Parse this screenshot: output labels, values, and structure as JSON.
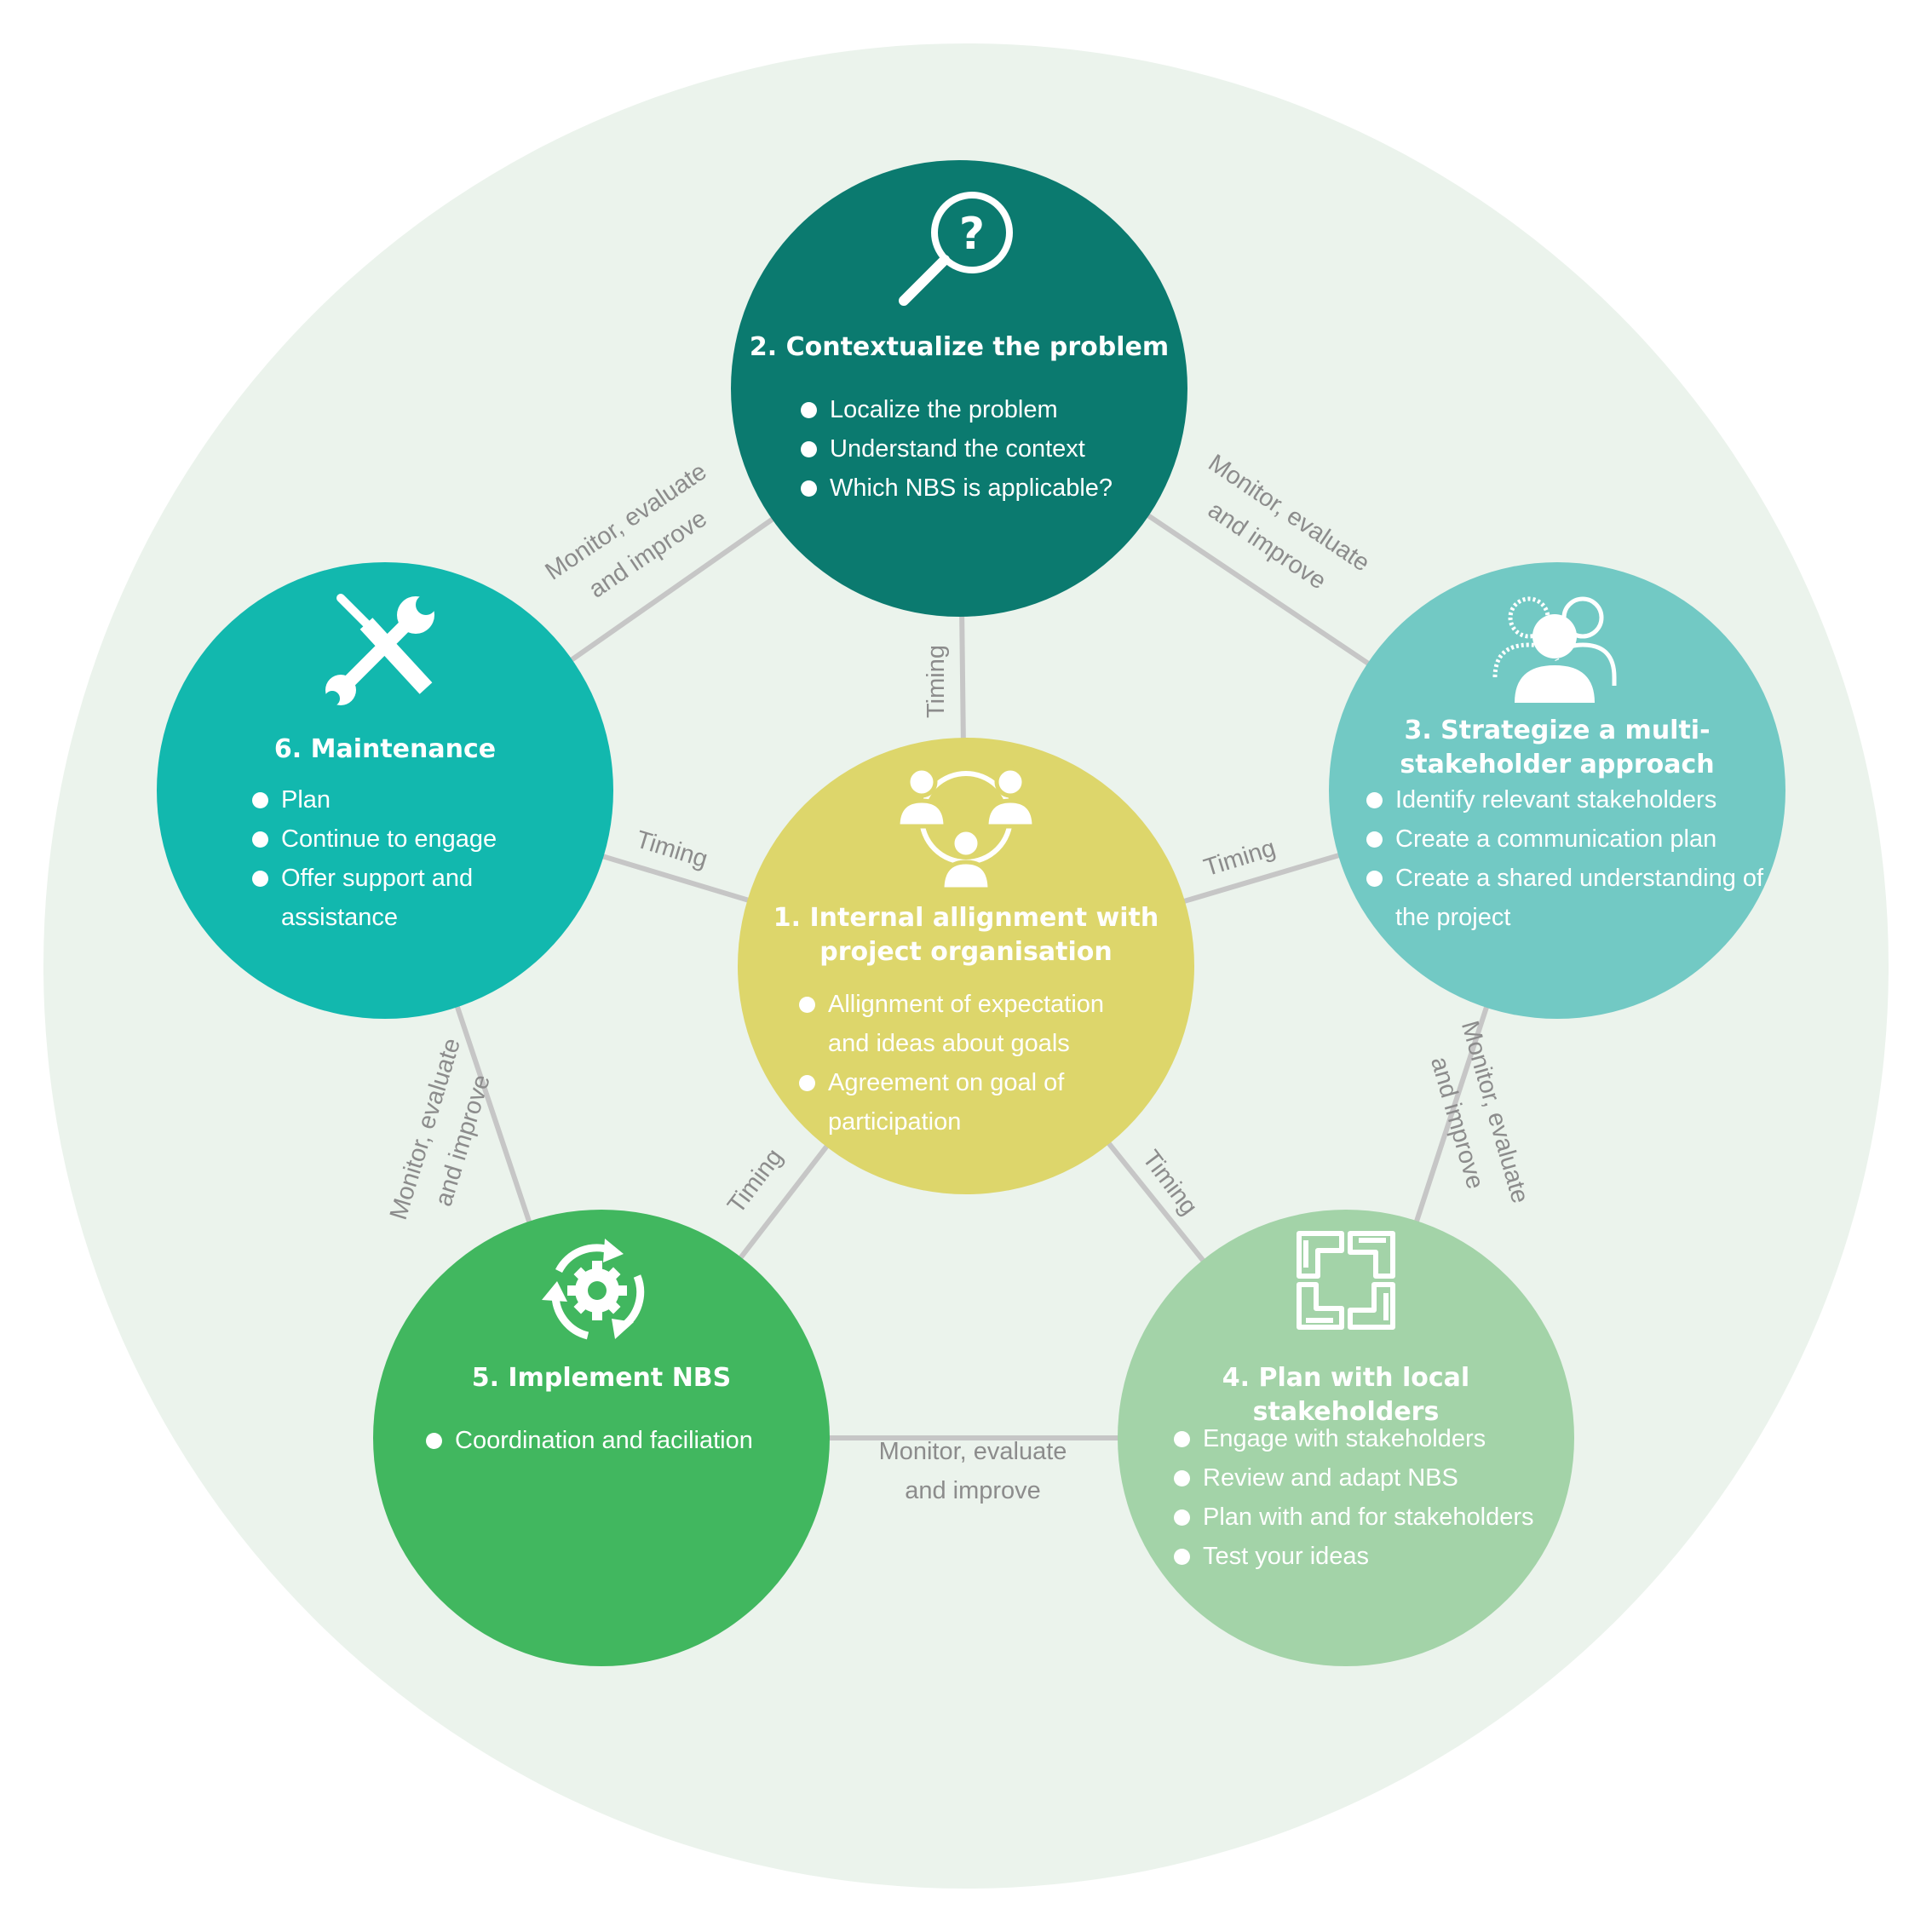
{
  "colors": {
    "background_circle": "#ebf3ec",
    "connector": "#c6c6c6",
    "label": "#8c8c8c",
    "node1": "#ddd66b",
    "node2": "#0b7a6f",
    "node3": "#72c9c4",
    "node4": "#a3d3a8",
    "node5": "#41b75f",
    "node6": "#12b8ae"
  },
  "nodes": {
    "n1": {
      "icon": "team-circle-icon",
      "title": "1. Internal allignment with project organisation",
      "items": [
        "Allignment of expectation and ideas about goals",
        "Agreement on goal of participation"
      ]
    },
    "n2": {
      "icon": "magnifier-question-icon",
      "title": "2. Contextualize the problem",
      "items": [
        "Localize the problem",
        "Understand the context",
        "Which NBS is applicable?"
      ]
    },
    "n3": {
      "icon": "stakeholder-group-icon",
      "title": "3. Strategize a multi-stakeholder approach",
      "items": [
        "Identify relevant stakeholders",
        "Create a communication plan",
        "Create a shared understanding of the project"
      ]
    },
    "n4": {
      "icon": "joined-hands-icon",
      "title": "4. Plan with local stakeholders",
      "items": [
        "Engage with stakeholders",
        "Review and adapt NBS",
        "Plan with and for stakeholders",
        "Test your ideas"
      ]
    },
    "n5": {
      "icon": "gear-cycle-icon",
      "title": "5. Implement NBS",
      "items": [
        "Coordination and faciliation"
      ]
    },
    "n6": {
      "icon": "tools-icon",
      "title": "6. Maintenance",
      "items": [
        "Plan",
        "Continue to engage",
        "Offer support and assistance"
      ]
    }
  },
  "edges": {
    "timing_label": "Timing",
    "monitor_line1": "Monitor, evaluate",
    "monitor_line2": "and improve"
  }
}
